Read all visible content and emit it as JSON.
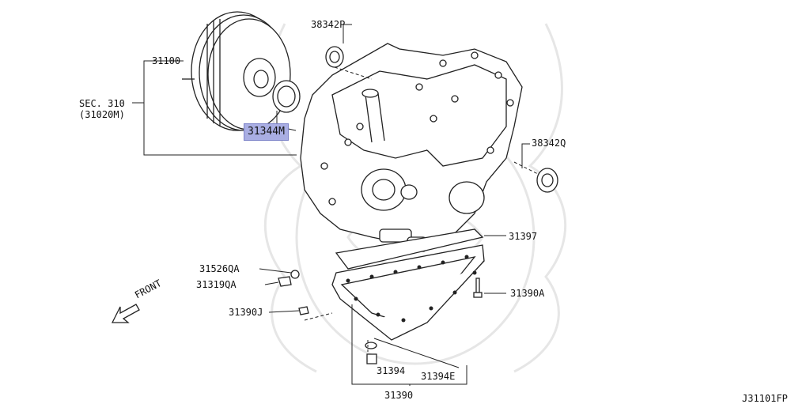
{
  "diagram_id": "J31101FP",
  "front_label": "FRONT",
  "section_ref": {
    "line1": "SEC. 310",
    "line2": "(31020M)"
  },
  "parts": {
    "converter": "31100",
    "oil_seal_highlighted": "31344M",
    "seal_upper": "38342P",
    "seal_right": "38342Q",
    "gasket": "31397",
    "bolt_right": "31390A",
    "plug": "31526QA",
    "bolt_left": "31319QA",
    "clip": "31390J",
    "drain_plug": "31394",
    "washer": "31394E",
    "oil_pan": "31390"
  },
  "colors": {
    "highlight": "#a9aee3",
    "line": "#222222",
    "watermark": "#e4e4e4"
  }
}
